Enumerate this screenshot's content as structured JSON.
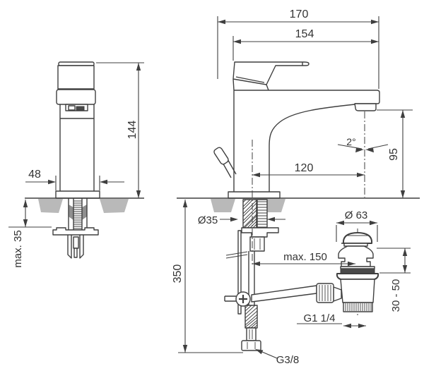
{
  "drawing": {
    "type": "basin-mixer-technical-drawing",
    "front_view": {
      "height": "144",
      "base_width": "48",
      "max_mounting_thickness": "max. 35"
    },
    "side_view": {
      "overall_depth": "170",
      "spout_depth": "154",
      "spout_reach": "120",
      "spout_height": "95",
      "spout_angle": "2°",
      "shank_diameter": "Ø35",
      "supply_length": "350"
    },
    "drain": {
      "plug_diameter": "Ø 63",
      "rod_reach": "max. 150",
      "height_adjustment": "30 - 50",
      "waste_thread": "G1 1/4",
      "inlet_thread": "G3/8"
    }
  },
  "colors": {
    "line": "#3f3f3f",
    "text": "#333333",
    "countertop": "#b9b9b9",
    "background": "#ffffff"
  }
}
